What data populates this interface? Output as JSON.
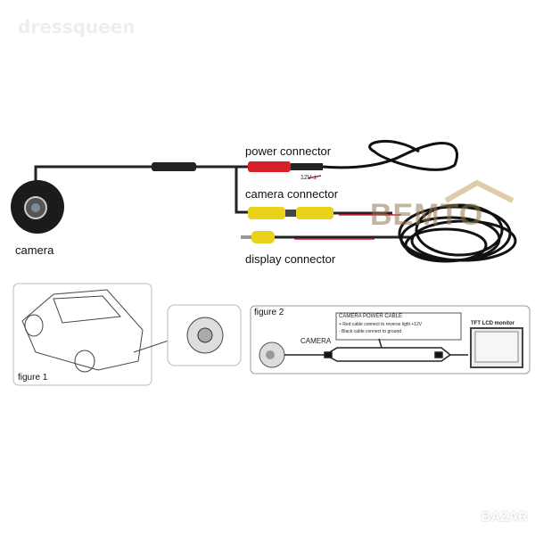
{
  "watermark": "dressqueen",
  "brand_watermark": "BEMTO",
  "site_logo": "BAZAR",
  "labels": {
    "camera": "camera",
    "power_connector": "power connector",
    "voltage": "12V ±",
    "camera_connector": "camera connector",
    "display_connector": "display connector"
  },
  "figure1": {
    "title": "figure 1"
  },
  "figure2": {
    "title": "figure 2",
    "camera_label": "CAMERA",
    "callout_title": "CAMERA POWER CABLE",
    "callout_lines": [
      "+ Red cable connect to reverse light +12V",
      "- Black cable connect to ground"
    ],
    "monitor_label": "TFT LCD monitor"
  },
  "colors": {
    "red_plug": "#d8202a",
    "yellow_plug": "#e8d21a",
    "cable": "#1a1a1a"
  }
}
